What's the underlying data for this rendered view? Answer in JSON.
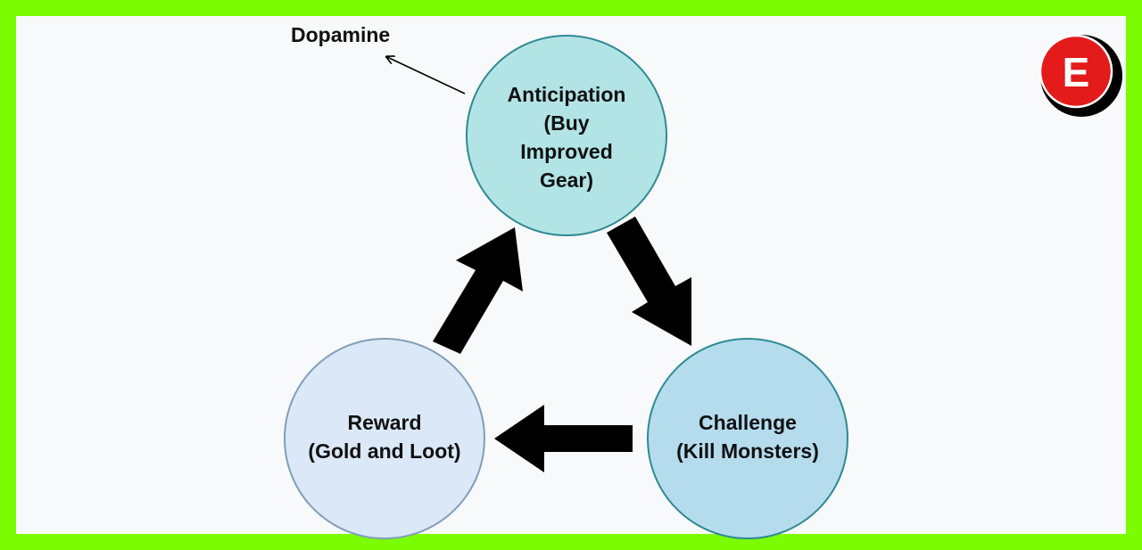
{
  "diagram": {
    "annotation": "Dopamine",
    "nodes": {
      "anticipation": {
        "lines": [
          "Anticipation",
          "(Buy",
          "Improved",
          "Gear)"
        ],
        "fill": "#b2e4e6",
        "stroke": "#2e8a95"
      },
      "challenge": {
        "lines": [
          "Challenge",
          "(Kill Monsters)"
        ],
        "fill": "#b5dced",
        "stroke": "#2e8a95"
      },
      "reward": {
        "lines": [
          "Reward",
          "(Gold and Loot)"
        ],
        "fill": "#dbe8f7",
        "stroke": "#7f9fb8"
      }
    }
  },
  "logo": {
    "letter": "E",
    "color": "#e31b1b"
  },
  "colors": {
    "border": "#7cfc00",
    "background": "#f8f9fb",
    "arrow": "#000000"
  }
}
